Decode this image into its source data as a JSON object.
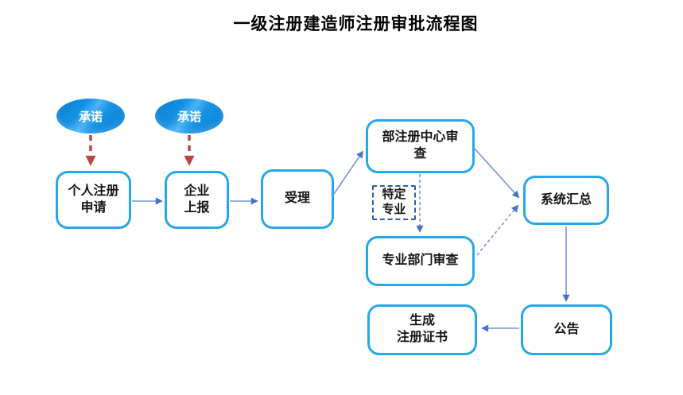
{
  "title": "一级注册建造师注册审批流程图",
  "colors": {
    "box_border": "#25a8e8",
    "ellipse_gradient_dark": "#0a7fd6",
    "ellipse_gradient_light": "#4ab4f4",
    "connector_line": "#7697d6",
    "connector_arrowhead": "#4472c4",
    "dashed_connector": "#6f9ad8",
    "special_box_border": "#2d5d9e",
    "red_dashed_arrow": "#b84743",
    "node_text": "#141414",
    "title_text": "#000000",
    "background": "#ffffff"
  },
  "nodes": {
    "promise1": {
      "label": "承诺"
    },
    "promise2": {
      "label": "承诺"
    },
    "personal_apply": {
      "label": "个人注册\n申请"
    },
    "enterprise_report": {
      "label": "企业\n上报"
    },
    "acceptance": {
      "label": "受理"
    },
    "ministry_center_review": {
      "label": "部注册中心审\n查"
    },
    "special_major": {
      "label": "特定\n专业"
    },
    "professional_dept_review": {
      "label": "专业部门审查"
    },
    "system_summary": {
      "label": "系统汇总"
    },
    "announcement": {
      "label": "公告"
    },
    "generate_certificate": {
      "label": "生成\n注册证书"
    }
  }
}
